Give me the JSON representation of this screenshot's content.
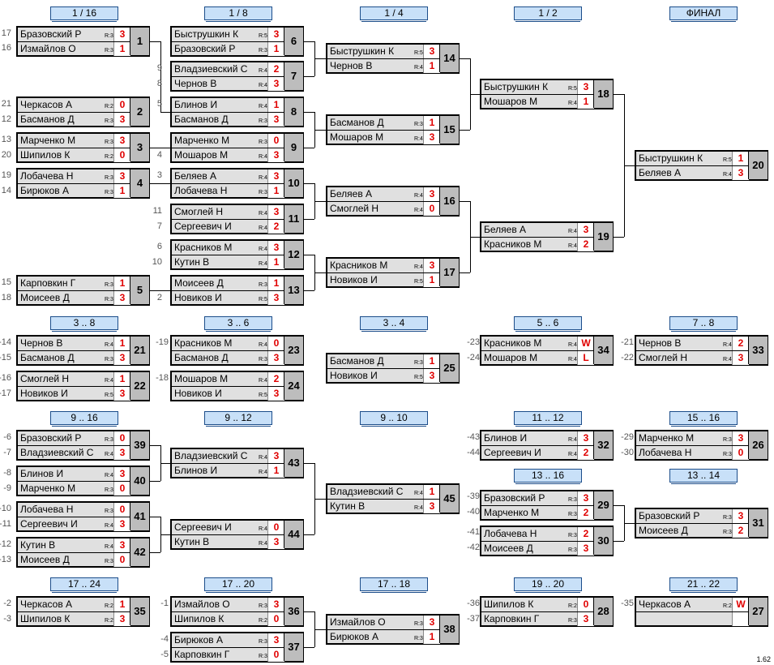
{
  "headers": [
    "1 / 16",
    "1 / 8",
    "1 / 4",
    "1 / 2",
    "ФИНАЛ",
    "3 .. 8",
    "3 .. 6",
    "3 .. 4",
    "5 .. 6",
    "7 .. 8",
    "9 .. 16",
    "9 .. 12",
    "9 .. 10",
    "11 .. 12",
    "15 .. 16",
    "13 .. 16",
    "13 .. 14",
    "17 .. 24",
    "17 .. 20",
    "17 .. 18",
    "19 .. 20",
    "21 .. 22"
  ],
  "matches": [
    {
      "num": "1",
      "p1": {
        "name": "Бразовский Р",
        "rating": "R:338",
        "score": "3"
      },
      "p2": {
        "name": "Измайлов О",
        "rating": "R:356",
        "score": "1"
      }
    },
    {
      "num": "2",
      "p1": {
        "name": "Черкасов А",
        "rating": "R:256",
        "score": "0"
      },
      "p2": {
        "name": "Басманов Д",
        "rating": "R:381",
        "score": "3"
      }
    },
    {
      "num": "3",
      "p1": {
        "name": "Марченко М",
        "rating": "R:377",
        "score": "3"
      },
      "p2": {
        "name": "Шипилов К",
        "rating": "R:292",
        "score": "0"
      }
    },
    {
      "num": "4",
      "p1": {
        "name": "Лобачева Н",
        "rating": "R:300",
        "score": "3"
      },
      "p2": {
        "name": "Бирюков А",
        "rating": "R:363",
        "score": "1"
      }
    },
    {
      "num": "5",
      "p1": {
        "name": "Карповкин Г",
        "rating": "R:368",
        "score": "1"
      },
      "p2": {
        "name": "Моисеев Д",
        "rating": "R:309",
        "score": "3"
      }
    },
    {
      "num": "6",
      "p1": {
        "name": "Быструшкин К",
        "rating": "R:537",
        "score": "3"
      },
      "p2": {
        "name": "Бразовский Р",
        "rating": "R:338",
        "score": "1"
      }
    },
    {
      "num": "7",
      "p1": {
        "name": "Владзиевский С",
        "rating": "R:437",
        "score": "2"
      },
      "p2": {
        "name": "Чернов В",
        "rating": "R:432",
        "score": "3"
      }
    },
    {
      "num": "8",
      "p1": {
        "name": "Блинов И",
        "rating": "R:418",
        "score": "1"
      },
      "p2": {
        "name": "Басманов Д",
        "rating": "R:381",
        "score": "3"
      }
    },
    {
      "num": "9",
      "p1": {
        "name": "Марченко М",
        "rating": "R:377",
        "score": "0"
      },
      "p2": {
        "name": "Мошаров М",
        "rating": "R:485",
        "score": "3"
      }
    },
    {
      "num": "10",
      "p1": {
        "name": "Беляев А",
        "rating": "R:491",
        "score": "3"
      },
      "p2": {
        "name": "Лобачева Н",
        "rating": "R:300",
        "score": "1"
      }
    },
    {
      "num": "11",
      "p1": {
        "name": "Смоглей Н",
        "rating": "R:417",
        "score": "3"
      },
      "p2": {
        "name": "Сергеевич И",
        "rating": "R:419",
        "score": "2"
      }
    },
    {
      "num": "12",
      "p1": {
        "name": "Красников М",
        "rating": "R:430",
        "score": "3"
      },
      "p2": {
        "name": "Кутин В",
        "rating": "R:470",
        "score": "1"
      }
    },
    {
      "num": "13",
      "p1": {
        "name": "Моисеев Д",
        "rating": "R:309",
        "score": "1"
      },
      "p2": {
        "name": "Новиков И",
        "rating": "R:517",
        "score": "3"
      }
    },
    {
      "num": "14",
      "p1": {
        "name": "Быструшкин К",
        "rating": "R:537",
        "score": "3"
      },
      "p2": {
        "name": "Чернов В",
        "rating": "R:432",
        "score": "1"
      }
    },
    {
      "num": "15",
      "p1": {
        "name": "Басманов Д",
        "rating": "R:381",
        "score": "1"
      },
      "p2": {
        "name": "Мошаров М",
        "rating": "R:485",
        "score": "3"
      }
    },
    {
      "num": "16",
      "p1": {
        "name": "Беляев А",
        "rating": "R:491",
        "score": "3"
      },
      "p2": {
        "name": "Смоглей Н",
        "rating": "R:417",
        "score": "0"
      }
    },
    {
      "num": "17",
      "p1": {
        "name": "Красников М",
        "rating": "R:430",
        "score": "3"
      },
      "p2": {
        "name": "Новиков И",
        "rating": "R:517",
        "score": "1"
      }
    },
    {
      "num": "18",
      "p1": {
        "name": "Быструшкин К",
        "rating": "R:537",
        "score": "3"
      },
      "p2": {
        "name": "Мошаров М",
        "rating": "R:485",
        "score": "1"
      }
    },
    {
      "num": "19",
      "p1": {
        "name": "Беляев А",
        "rating": "R:491",
        "score": "3"
      },
      "p2": {
        "name": "Красников М",
        "rating": "R:430",
        "score": "2"
      }
    },
    {
      "num": "20",
      "p1": {
        "name": "Быструшкин К",
        "rating": "R:537",
        "score": "1"
      },
      "p2": {
        "name": "Беляев А",
        "rating": "R:491",
        "score": "3"
      }
    },
    {
      "num": "21",
      "p1": {
        "name": "Чернов В",
        "rating": "R:432",
        "score": "1"
      },
      "p2": {
        "name": "Басманов Д",
        "rating": "R:381",
        "score": "3"
      }
    },
    {
      "num": "22",
      "p1": {
        "name": "Смоглей Н",
        "rating": "R:417",
        "score": "1"
      },
      "p2": {
        "name": "Новиков И",
        "rating": "R:517",
        "score": "3"
      }
    },
    {
      "num": "23",
      "p1": {
        "name": "Красников М",
        "rating": "R:430",
        "score": "0"
      },
      "p2": {
        "name": "Басманов Д",
        "rating": "R:381",
        "score": "3"
      }
    },
    {
      "num": "24",
      "p1": {
        "name": "Мошаров М",
        "rating": "R:485",
        "score": "2"
      },
      "p2": {
        "name": "Новиков И",
        "rating": "R:517",
        "score": "3"
      }
    },
    {
      "num": "25",
      "p1": {
        "name": "Басманов Д",
        "rating": "R:381",
        "score": "1"
      },
      "p2": {
        "name": "Новиков И",
        "rating": "R:517",
        "score": "3"
      }
    },
    {
      "num": "34",
      "p1": {
        "name": "Красников М",
        "rating": "R:430",
        "score": "W"
      },
      "p2": {
        "name": "Мошаров М",
        "rating": "R:485",
        "score": "L"
      }
    },
    {
      "num": "33",
      "p1": {
        "name": "Чернов В",
        "rating": "R:432",
        "score": "2"
      },
      "p2": {
        "name": "Смоглей Н",
        "rating": "R:417",
        "score": "3"
      }
    },
    {
      "num": "39",
      "p1": {
        "name": "Бразовский Р",
        "rating": "R:338",
        "score": "0"
      },
      "p2": {
        "name": "Владзиевский С",
        "rating": "R:437",
        "score": "3"
      }
    },
    {
      "num": "40",
      "p1": {
        "name": "Блинов И",
        "rating": "R:418",
        "score": "3"
      },
      "p2": {
        "name": "Марченко М",
        "rating": "R:377",
        "score": "0"
      }
    },
    {
      "num": "41",
      "p1": {
        "name": "Лобачева Н",
        "rating": "R:300",
        "score": "0"
      },
      "p2": {
        "name": "Сергеевич И",
        "rating": "R:419",
        "score": "3"
      }
    },
    {
      "num": "42",
      "p1": {
        "name": "Кутин В",
        "rating": "R:470",
        "score": "3"
      },
      "p2": {
        "name": "Моисеев Д",
        "rating": "R:309",
        "score": "0"
      }
    },
    {
      "num": "43",
      "p1": {
        "name": "Владзиевский С",
        "rating": "R:437",
        "score": "3"
      },
      "p2": {
        "name": "Блинов И",
        "rating": "R:418",
        "score": "1"
      }
    },
    {
      "num": "44",
      "p1": {
        "name": "Сергеевич И",
        "rating": "R:419",
        "score": "0"
      },
      "p2": {
        "name": "Кутин В",
        "rating": "R:470",
        "score": "3"
      }
    },
    {
      "num": "45",
      "p1": {
        "name": "Владзиевский С",
        "rating": "R:437",
        "score": "1"
      },
      "p2": {
        "name": "Кутин В",
        "rating": "R:470",
        "score": "3"
      }
    },
    {
      "num": "32",
      "p1": {
        "name": "Блинов И",
        "rating": "R:418",
        "score": "3"
      },
      "p2": {
        "name": "Сергеевич И",
        "rating": "R:419",
        "score": "2"
      }
    },
    {
      "num": "26",
      "p1": {
        "name": "Марченко М",
        "rating": "R:377",
        "score": "3"
      },
      "p2": {
        "name": "Лобачева Н",
        "rating": "R:300",
        "score": "0"
      }
    },
    {
      "num": "29",
      "p1": {
        "name": "Бразовский Р",
        "rating": "R:338",
        "score": "3"
      },
      "p2": {
        "name": "Марченко М",
        "rating": "R:377",
        "score": "2"
      }
    },
    {
      "num": "30",
      "p1": {
        "name": "Лобачева Н",
        "rating": "R:300",
        "score": "2"
      },
      "p2": {
        "name": "Моисеев Д",
        "rating": "R:309",
        "score": "3"
      }
    },
    {
      "num": "31",
      "p1": {
        "name": "Бразовский Р",
        "rating": "R:338",
        "score": "3"
      },
      "p2": {
        "name": "Моисеев Д",
        "rating": "R:309",
        "score": "2"
      }
    },
    {
      "num": "35",
      "p1": {
        "name": "Черкасов А",
        "rating": "R:256",
        "score": "1"
      },
      "p2": {
        "name": "Шипилов К",
        "rating": "R:292",
        "score": "3"
      }
    },
    {
      "num": "36",
      "p1": {
        "name": "Измайлов О",
        "rating": "R:356",
        "score": "3"
      },
      "p2": {
        "name": "Шипилов К",
        "rating": "R:292",
        "score": "0"
      }
    },
    {
      "num": "37",
      "p1": {
        "name": "Бирюков А",
        "rating": "R:363",
        "score": "3"
      },
      "p2": {
        "name": "Карповкин Г",
        "rating": "R:368",
        "score": "0"
      }
    },
    {
      "num": "38",
      "p1": {
        "name": "Измайлов О",
        "rating": "R:356",
        "score": "3"
      },
      "p2": {
        "name": "Бирюков А",
        "rating": "R:363",
        "score": "1"
      }
    },
    {
      "num": "28",
      "p1": {
        "name": "Шипилов К",
        "rating": "R:292",
        "score": "0"
      },
      "p2": {
        "name": "Карповкин Г",
        "rating": "R:368",
        "score": "3"
      }
    },
    {
      "num": "27",
      "p1": {
        "name": "Черкасов А",
        "rating": "R:256",
        "score": "W"
      },
      "p2": {
        "name": "",
        "rating": "",
        "score": ""
      }
    }
  ],
  "seeds": [
    "17",
    "16",
    "9",
    "8",
    "21",
    "12",
    "5",
    "13",
    "20",
    "4",
    "3",
    "19",
    "14",
    "11",
    "6",
    "7",
    "10",
    "15",
    "18",
    "2",
    "-14",
    "-15",
    "-19",
    "-16",
    "-17",
    "-18",
    "-23",
    "-24",
    "-21",
    "-22",
    "-6",
    "-7",
    "-8",
    "-9",
    "-10",
    "-11",
    "-12",
    "-13",
    "-43",
    "-44",
    "-29",
    "-30",
    "-39",
    "-40",
    "-41",
    "-42",
    "-2",
    "-3",
    "-1",
    "-4",
    "-5",
    "-36",
    "-37",
    "-35"
  ],
  "version": "1.62"
}
